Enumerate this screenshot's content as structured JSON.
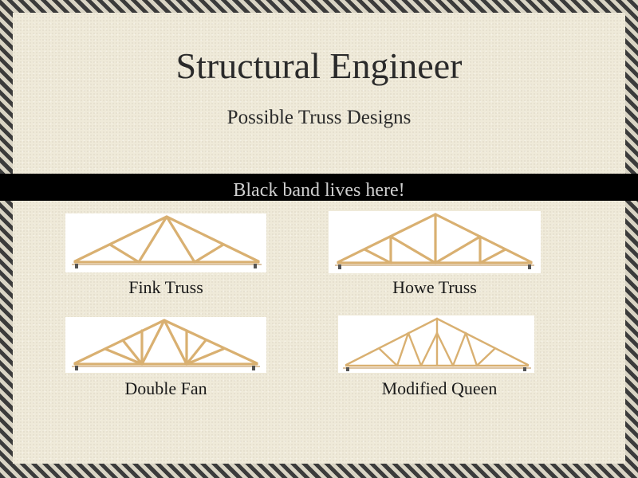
{
  "slide": {
    "title": "Structural Engineer",
    "subtitle": "Possible Truss Designs",
    "band_text": "Black band lives here!",
    "trusses": [
      {
        "caption": "Fink Truss",
        "icon": "fink-truss-diagram"
      },
      {
        "caption": "Howe Truss",
        "icon": "howe-truss-diagram"
      },
      {
        "caption": "Double Fan",
        "icon": "double-fan-truss-diagram"
      },
      {
        "caption": "Modified Queen",
        "icon": "modified-queen-truss-diagram"
      }
    ]
  },
  "colors": {
    "background": "#efead9",
    "border_stripe": "#3b3b3b",
    "band": "#000000",
    "band_text": "#cfcfcf",
    "wood": "#d9b071"
  }
}
